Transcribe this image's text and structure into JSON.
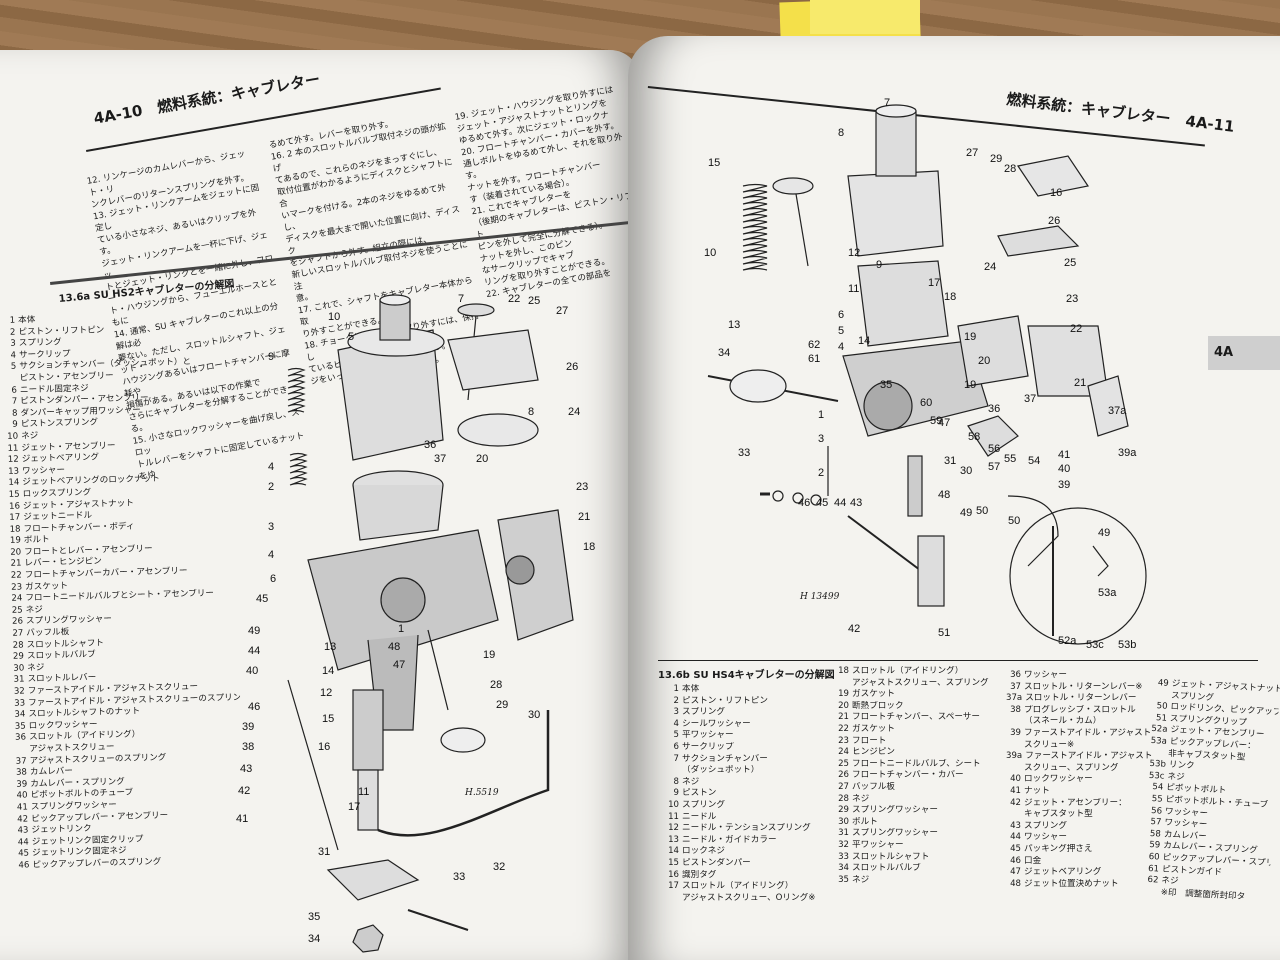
{
  "left_page": {
    "header": {
      "page_no": "4A-10",
      "title": "燃料系統：キャブレター"
    },
    "col1": [
      "12. リンケージのカムレバーから、ジェット・リ",
      "ンクレバーのリターンスプリングを外す。",
      "13. ジェット・リンクアームをジェットに固定し",
      "ている小さなネジ、あるいはクリップを外す。",
      "ジェット・リンクアームを一杯に下げ、ジェッ",
      "トとジェット・リンクとを一緒に外し、フロー",
      "ト・ハウジングから、フューエルホースとともに",
      "14. 通常、SU キャブレターのこれ以上の分解は必",
      "要ない。ただし、スロットルシャフト、ジェット・",
      "ハウジングあるいはフロートチャンバーに摩耗や",
      "損傷がある。あるいは以下の作業で",
      "さらにキャブレターを分解することができる。",
      "15. 小さなロックワッシャーを曲げ戻し、スロッ",
      "トルレバーをシャフトに固定しているナットをゆ"
    ],
    "col2": [
      "るめて外す。レバーを取り外す。",
      "16. 2 本のスロットルバルブ取付ネジの頭が拡げ",
      "てあるので、これらのネジをまっすぐにし、",
      "取付位置がわかるようにディスクとシャフトに合",
      "いマークを付ける。2本のネジをゆるめて外し、",
      "ディスクを最大まで開いた位置に向け、ディスク",
      "をシャフトから外す。組立の際には、",
      "新しいスロットルバルブ取付ネジを使うことに注",
      "意。",
      "17. これで、シャフトをキャブレター本体から取",
      "り外すことができる。",
      "18. チョークリンケージを取り外すには、保持し",
      "ているピボット・ボルトを取り外す。リンケー",
      "ジをいっしょにまとめて取り外す。"
    ],
    "col3": [
      "19. ジェット・ハウジングを取り外すには",
      "ジェット・アジャストナットとリングを",
      "ゆるめて外す。次にジェット・ロックナ",
      "20. フロートチャンバー・カバーを外す。",
      "通しボルトをゆるめて外し、それを取り外す。",
      "ナットを外す。フロートチャンバー",
      "す（装着されている場合）。",
      "21. これでキャブレターを",
      "（後期のキャブレターは、ピストン・リフト",
      "ピンを外して完全に分解できる）。",
      "ナットを外し、このピン",
      "なサークリップでキャブ",
      "リングを取り外すことができる。",
      "22. キャブレターの全ての部品を"
    ],
    "figure": {
      "caption_no": "13.6a",
      "caption": "SU HS2キャブレターの分解図",
      "drawing_code": "H.5519",
      "legend": [
        {
          "n": "1",
          "t": "本体"
        },
        {
          "n": "2",
          "t": "ピストン・リフトピン"
        },
        {
          "n": "3",
          "t": "スプリング"
        },
        {
          "n": "4",
          "t": "サークリップ"
        },
        {
          "n": "5",
          "t": "サクションチャンバー（ダッシュポット）と"
        },
        {
          "n": "",
          "t": "ピストン・アセンブリー"
        },
        {
          "n": "6",
          "t": "ニードル固定ネジ"
        },
        {
          "n": "7",
          "t": "ピストンダンパー・アセンブリー"
        },
        {
          "n": "8",
          "t": "ダンパーキャップ用ワッシャー"
        },
        {
          "n": "9",
          "t": "ピストンスプリング"
        },
        {
          "n": "10",
          "t": "ネジ"
        },
        {
          "n": "11",
          "t": "ジェット・アセンブリー"
        },
        {
          "n": "12",
          "t": "ジェットベアリング"
        },
        {
          "n": "13",
          "t": "ワッシャー"
        },
        {
          "n": "14",
          "t": "ジェットベアリングのロックナット"
        },
        {
          "n": "15",
          "t": "ロックスプリング"
        },
        {
          "n": "16",
          "t": "ジェット・アジャストナット"
        },
        {
          "n": "17",
          "t": "ジェットニードル"
        },
        {
          "n": "18",
          "t": "フロートチャンバー・ボディ"
        },
        {
          "n": "19",
          "t": "ボルト"
        },
        {
          "n": "20",
          "t": "フロートとレバー・アセンブリー"
        },
        {
          "n": "21",
          "t": "レバー・ヒンジピン"
        },
        {
          "n": "22",
          "t": "フロートチャンバーカバー・アセンブリー"
        },
        {
          "n": "23",
          "t": "ガスケット"
        },
        {
          "n": "24",
          "t": "フロートニードルバルブとシート・アセンブリー"
        },
        {
          "n": "25",
          "t": "ネジ"
        },
        {
          "n": "26",
          "t": "スプリングワッシャー"
        },
        {
          "n": "27",
          "t": "バッフル板"
        },
        {
          "n": "28",
          "t": "スロットルシャフト"
        },
        {
          "n": "29",
          "t": "スロットルバルブ"
        },
        {
          "n": "30",
          "t": "ネジ"
        },
        {
          "n": "31",
          "t": "スロットルレバー"
        },
        {
          "n": "32",
          "t": "ファーストアイドル・アジャストスクリュー"
        },
        {
          "n": "33",
          "t": "ファーストアイドル・アジャストスクリューのスプリング"
        },
        {
          "n": "34",
          "t": "スロットルシャフトのナット"
        },
        {
          "n": "35",
          "t": "ロックワッシャー"
        },
        {
          "n": "36",
          "t": "スロットル（アイドリング）"
        },
        {
          "n": "",
          "t": "アジャストスクリュー"
        },
        {
          "n": "37",
          "t": "アジャストスクリューのスプリング"
        },
        {
          "n": "38",
          "t": "カムレバー"
        },
        {
          "n": "39",
          "t": "カムレバー・スプリング"
        },
        {
          "n": "40",
          "t": "ピボットボルトのチューブ"
        },
        {
          "n": "41",
          "t": "スプリングワッシャー"
        },
        {
          "n": "42",
          "t": "ピックアップレバー・アセンブリー"
        },
        {
          "n": "43",
          "t": "ジェットリンク"
        },
        {
          "n": "44",
          "t": "ジェットリンク固定クリップ"
        },
        {
          "n": "45",
          "t": "ジェットリンク固定ネジ"
        },
        {
          "n": "46",
          "t": "ピックアップレバーのスプリング"
        }
      ],
      "callouts": [
        "1",
        "2",
        "3",
        "4",
        "5",
        "6",
        "7",
        "8",
        "9",
        "10",
        "11",
        "12",
        "13",
        "14",
        "15",
        "16",
        "17",
        "18",
        "19",
        "20",
        "21",
        "22",
        "23",
        "24",
        "25",
        "26",
        "27",
        "28",
        "29",
        "30",
        "31",
        "32",
        "33",
        "34",
        "35",
        "36",
        "37",
        "38",
        "39",
        "40",
        "41",
        "42",
        "43",
        "44",
        "45",
        "46",
        "47",
        "48",
        "49"
      ]
    }
  },
  "right_page": {
    "header": {
      "title": "燃料系統：キャブレター",
      "page_no": "4A-11"
    },
    "side_tab": "4A",
    "figure": {
      "caption_no": "13.6b",
      "caption": "SU HS4キャブレターの分解図",
      "drawing_code": "H 13499",
      "legend_cols": [
        [
          {
            "n": "1",
            "t": "本体"
          },
          {
            "n": "2",
            "t": "ピストン・リフトピン"
          },
          {
            "n": "3",
            "t": "スプリング"
          },
          {
            "n": "4",
            "t": "シールワッシャー"
          },
          {
            "n": "5",
            "t": "平ワッシャー"
          },
          {
            "n": "6",
            "t": "サークリップ"
          },
          {
            "n": "7",
            "t": "サクションチャンバー"
          },
          {
            "n": "",
            "t": "（ダッシュポット）"
          },
          {
            "n": "8",
            "t": "ネジ"
          },
          {
            "n": "9",
            "t": "ピストン"
          },
          {
            "n": "10",
            "t": "スプリング"
          },
          {
            "n": "11",
            "t": "ニードル"
          },
          {
            "n": "12",
            "t": "ニードル・テンションスプリング"
          },
          {
            "n": "13",
            "t": "ニードル・ガイドカラー"
          },
          {
            "n": "14",
            "t": "ロックネジ"
          },
          {
            "n": "15",
            "t": "ピストンダンパー"
          },
          {
            "n": "16",
            "t": "識別タグ"
          },
          {
            "n": "17",
            "t": "スロットル（アイドリング）"
          },
          {
            "n": "",
            "t": "アジャストスクリュー、Oリング※"
          }
        ],
        [
          {
            "n": "18",
            "t": "スロットル（アイドリング）"
          },
          {
            "n": "",
            "t": "アジャストスクリュー、スプリング"
          },
          {
            "n": "19",
            "t": "ガスケット"
          },
          {
            "n": "20",
            "t": "断熱ブロック"
          },
          {
            "n": "21",
            "t": "フロートチャンバー、スペーサー"
          },
          {
            "n": "22",
            "t": "ガスケット"
          },
          {
            "n": "23",
            "t": "フロート"
          },
          {
            "n": "24",
            "t": "ヒンジピン"
          },
          {
            "n": "25",
            "t": "フロートニードルバルブ、シート"
          },
          {
            "n": "26",
            "t": "フロートチャンバー・カバー"
          },
          {
            "n": "27",
            "t": "バッフル板"
          },
          {
            "n": "28",
            "t": "ネジ"
          },
          {
            "n": "29",
            "t": "スプリングワッシャー"
          },
          {
            "n": "30",
            "t": "ボルト"
          },
          {
            "n": "31",
            "t": "スプリングワッシャー"
          },
          {
            "n": "32",
            "t": "平ワッシャー"
          },
          {
            "n": "33",
            "t": "スロットルシャフト"
          },
          {
            "n": "34",
            "t": "スロットルバルブ"
          },
          {
            "n": "35",
            "t": "ネジ"
          }
        ],
        [
          {
            "n": "36",
            "t": "ワッシャー"
          },
          {
            "n": "37",
            "t": "スロットル・リターンレバー※"
          },
          {
            "n": "37a",
            "t": "スロットル・リターンレバー"
          },
          {
            "n": "38",
            "t": "プログレッシブ・スロットル"
          },
          {
            "n": "",
            "t": "（スネール・カム）"
          },
          {
            "n": "39",
            "t": "ファーストアイドル・アジャスト"
          },
          {
            "n": "",
            "t": "スクリュー※"
          },
          {
            "n": "39a",
            "t": "ファーストアイドル・アジャスト"
          },
          {
            "n": "",
            "t": "スクリュー、スプリング"
          },
          {
            "n": "40",
            "t": "ロックワッシャー"
          },
          {
            "n": "41",
            "t": "ナット"
          },
          {
            "n": "42",
            "t": "ジェット・アセンブリー："
          },
          {
            "n": "",
            "t": "キャブスタット型"
          },
          {
            "n": "43",
            "t": "スプリング"
          },
          {
            "n": "44",
            "t": "ワッシャー"
          },
          {
            "n": "45",
            "t": "パッキング押さえ"
          },
          {
            "n": "46",
            "t": "口金"
          },
          {
            "n": "47",
            "t": "ジェットベアリング"
          },
          {
            "n": "48",
            "t": "ジェット位置決めナット"
          }
        ],
        [
          {
            "n": "49",
            "t": "ジェット・アジャストナット、"
          },
          {
            "n": "",
            "t": "スプリング"
          },
          {
            "n": "50",
            "t": "ロッドリンク、ピックアップレバー"
          },
          {
            "n": "51",
            "t": "スプリングクリップ"
          },
          {
            "n": "52a",
            "t": "ジェット・アセンブリー"
          },
          {
            "n": "53a",
            "t": "ピックアップレバー："
          },
          {
            "n": "",
            "t": "非キャブスタット型"
          },
          {
            "n": "53b",
            "t": "リンク"
          },
          {
            "n": "53c",
            "t": "ネジ"
          },
          {
            "n": "54",
            "t": "ピボットボルト"
          },
          {
            "n": "55",
            "t": "ピボットボルト・チューブ"
          },
          {
            "n": "56",
            "t": "ワッシャー"
          },
          {
            "n": "57",
            "t": "ワッシャー"
          },
          {
            "n": "58",
            "t": "カムレバー"
          },
          {
            "n": "59",
            "t": "カムレバー・スプリング"
          },
          {
            "n": "60",
            "t": "ピックアップレバー・スプリング"
          },
          {
            "n": "61",
            "t": "ピストンガイド"
          },
          {
            "n": "62",
            "t": "ネジ"
          },
          {
            "n": "",
            "t": "※印　調整箇所封印タ"
          }
        ]
      ],
      "callouts": [
        "1",
        "2",
        "3",
        "4",
        "5",
        "6",
        "7",
        "8",
        "9",
        "10",
        "11",
        "12",
        "13",
        "14",
        "15",
        "16",
        "17",
        "18",
        "19",
        "20",
        "21",
        "22",
        "23",
        "24",
        "25",
        "26",
        "27",
        "28",
        "29",
        "30",
        "31",
        "32",
        "33",
        "34",
        "35",
        "36",
        "37",
        "37a",
        "38",
        "39",
        "39a",
        "40",
        "41",
        "42",
        "43",
        "44",
        "45",
        "46",
        "47",
        "48",
        "49",
        "50",
        "51",
        "52a",
        "53a",
        "53b",
        "53c",
        "54",
        "55",
        "56",
        "57",
        "58",
        "59",
        "60",
        "61",
        "62"
      ]
    }
  }
}
